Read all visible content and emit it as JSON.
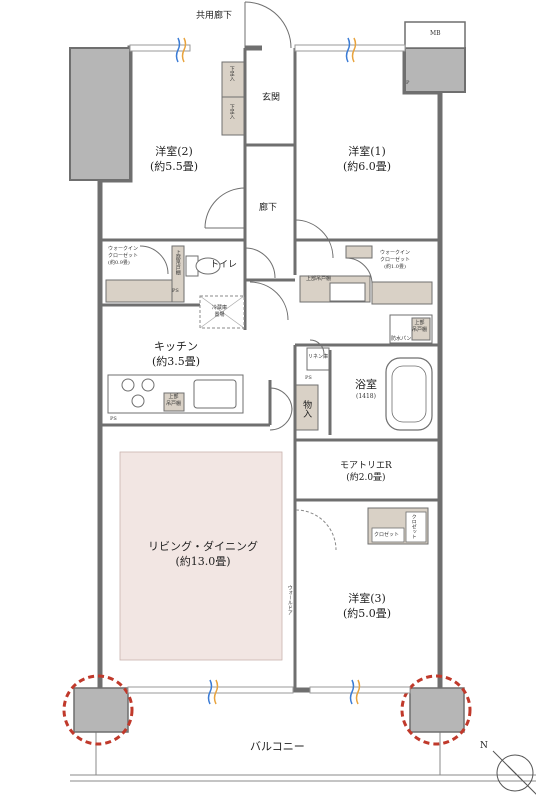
{
  "labels": {
    "common_corridor": "共用廊下",
    "mb": "MB",
    "entrance": "玄関",
    "shoe_box_1": "下足入",
    "shoe_box_2": "下足入",
    "room2_name": "洋室(2)",
    "room2_size": "(約5.5畳)",
    "room1_name": "洋室(1)",
    "room1_size": "(約6.0畳)",
    "hallway": "廊下",
    "wic_left_l1": "ウォークイン",
    "wic_left_l2": "クローゼット",
    "wic_left_size": "(約0.9畳)",
    "upper_shelf_left": "上部吊戸棚",
    "toilet": "トイレ",
    "wic_right_l1": "ウォークイン",
    "wic_right_l2": "クローゼット",
    "wic_right_size": "(約1.0畳)",
    "upper_shelf_mid": "上部吊戸棚",
    "ps": "PS",
    "p_mark": "P",
    "fridge_l1": "冷蔵庫",
    "fridge_l2": "置場",
    "kitchen_name": "キッチン",
    "kitchen_size": "(約3.5畳)",
    "upper_shelf_right_l1": "上部",
    "upper_shelf_right_l2": "吊戸棚",
    "laundry_pan": "防水パン",
    "linen": "リネン庫",
    "upper_shelf_kitchen_l1": "上部",
    "upper_shelf_kitchen_l2": "吊戸棚",
    "storage": "物入",
    "bath_name": "浴室",
    "bath_size": "(1418)",
    "atelier_name": "モアトリエR",
    "atelier_size": "(約2.0畳)",
    "living_name": "リビング・ダイニング",
    "living_size": "(約13.0畳)",
    "closet": "クロゼット",
    "closet2": "クロゼット",
    "wall_door": "ウォールドア",
    "room3_name": "洋室(3)",
    "room3_size": "(約5.0畳)",
    "balcony": "バルコニー",
    "north": "N"
  },
  "colors": {
    "living_fill": "#f2e6e3",
    "storage_fill": "#d9d1c6",
    "wall": "#6f6f6f",
    "column_fill": "#b6b6b6",
    "column_ring": "#c0392b"
  }
}
